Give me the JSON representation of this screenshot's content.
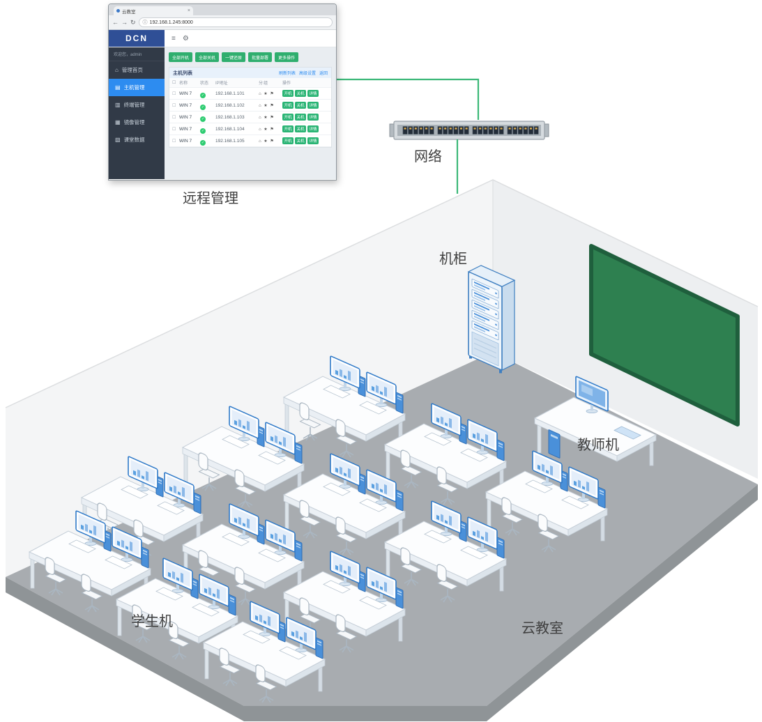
{
  "browser": {
    "tab_title": "云教室",
    "url": "192.168.1.245:8000",
    "chrome": {
      "back_glyph": "←",
      "forward_glyph": "→",
      "refresh_glyph": "↻",
      "info_glyph": "ⓘ",
      "menu_glyph": "≡",
      "gear_glyph": "⚙",
      "close_glyph": "×",
      "checkbox_glyph": "☐"
    },
    "app": {
      "logo": "DCN",
      "welcome": "欢迎您，admin",
      "sidebar_icons": {
        "home": "⌂",
        "host": "▤",
        "terminal": "▥",
        "image": "▦",
        "data": "▧"
      },
      "sidebar": [
        {
          "icon": "home",
          "label": "管理首页",
          "active": false
        },
        {
          "icon": "host",
          "label": "主机管理",
          "active": true
        },
        {
          "icon": "terminal",
          "label": "终端管理",
          "active": false
        },
        {
          "icon": "image",
          "label": "镜像管理",
          "active": false
        },
        {
          "icon": "data",
          "label": "课堂数据",
          "active": false
        }
      ],
      "actions": [
        "全部开机",
        "全部关机",
        "一键还原",
        "批量部署",
        "更多操作"
      ],
      "panel": {
        "title": "主机列表",
        "links": [
          "刷新列表",
          "高级设置",
          "返回"
        ],
        "columns": [
          "名称",
          "状态",
          "IP地址",
          "分组",
          "操作"
        ],
        "row_icons": [
          "⌂",
          "★",
          "⚑"
        ],
        "status_glyph": "✓",
        "hosts": [
          {
            "name": "WIN 7",
            "status": "运行",
            "ip": "192.168.1.101",
            "actions": [
              "开机",
              "关机",
              "详情"
            ]
          },
          {
            "name": "WIN 7",
            "status": "运行",
            "ip": "192.168.1.102",
            "actions": [
              "开机",
              "关机",
              "详情"
            ]
          },
          {
            "name": "WIN 7",
            "status": "运行",
            "ip": "192.168.1.103",
            "actions": [
              "开机",
              "关机",
              "详情"
            ]
          },
          {
            "name": "WIN 7",
            "status": "运行",
            "ip": "192.168.1.104",
            "actions": [
              "开机",
              "关机",
              "详情"
            ]
          },
          {
            "name": "WIN 7",
            "status": "运行",
            "ip": "192.168.1.105",
            "actions": [
              "开机",
              "关机",
              "详情"
            ]
          }
        ]
      }
    }
  },
  "scene": {
    "labels": {
      "remote_management": "远程管理",
      "network": "网络",
      "cabinet": "机柜",
      "teacher_pc": "教师机",
      "student_pc": "学生机",
      "classroom": "云教室"
    },
    "counts": {
      "student_desks": 12,
      "monitors_per_desk": 2,
      "rack_servers": 5,
      "switch_ports": 24
    },
    "colors": {
      "line_green": "#3cb878",
      "board_green": "#2e8050",
      "device_blue": "#4a90d9",
      "floor_gray": "#a8acb0",
      "active_blue": "#2d8cf0"
    }
  }
}
